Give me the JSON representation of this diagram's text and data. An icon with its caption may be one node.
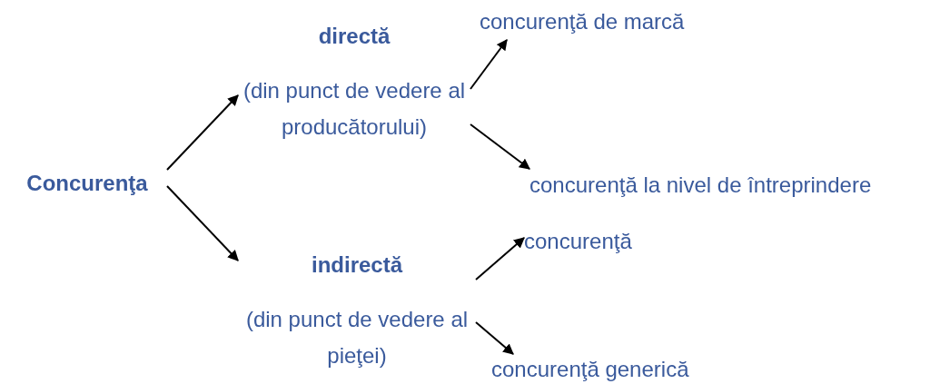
{
  "diagram": {
    "nodes": [
      {
        "text": [
          "Concurenţa"
        ]
      },
      {
        "text": [
          "directă",
          "(din punct de vedere al producătorului)"
        ]
      },
      {
        "text": [
          "indirectă",
          "(din punct de vedere al pieţei)"
        ]
      },
      {
        "text": [
          "concurenţă de marcă"
        ]
      },
      {
        "text": [
          "concurenţă la nivel de întreprindere"
        ]
      },
      {
        "text": [
          "concurenţă"
        ]
      },
      {
        "text": [
          "concurenţă generică"
        ]
      }
    ],
    "edges": [
      {
        "from": 0,
        "to": 1,
        "arrow": "to"
      },
      {
        "from": 0,
        "to": 2,
        "arrow": "to"
      },
      {
        "from": 1,
        "to": 3,
        "arrow": "to"
      },
      {
        "from": 1,
        "to": 4,
        "arrow": "to"
      },
      {
        "from": 2,
        "to": 5,
        "arrow": "to"
      },
      {
        "from": 2,
        "to": 6,
        "arrow": "to"
      }
    ]
  }
}
